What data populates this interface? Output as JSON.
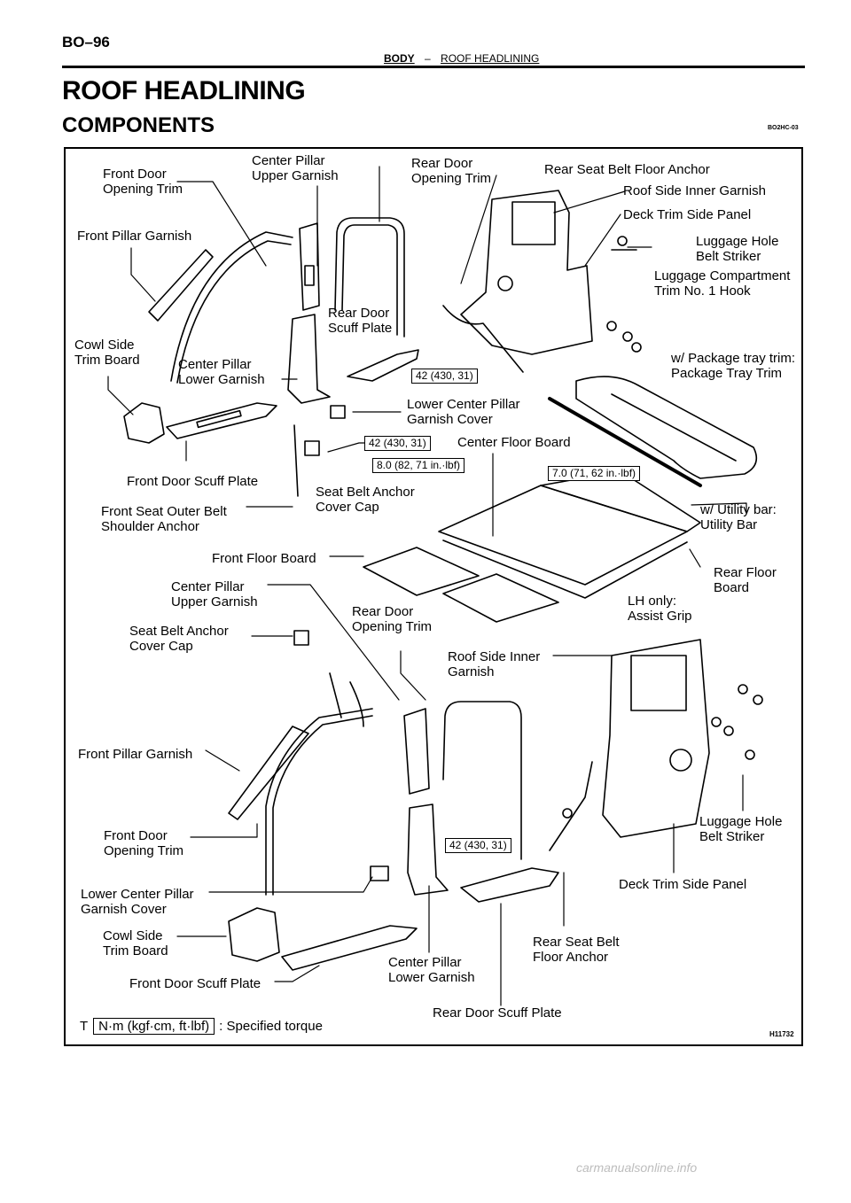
{
  "header": {
    "page_number": "BO–96",
    "section": "BODY",
    "separator": "–",
    "subsection": "ROOF HEADLINING"
  },
  "title": "ROOF HEADLINING",
  "subtitle": "COMPONENTS",
  "doc_code": "BO2HC-03",
  "labels": {
    "front_door_opening_trim_top": "Front Door\nOpening Trim",
    "center_pillar_upper_garnish_top": "Center Pillar\nUpper Garnish",
    "rear_door_opening_trim_top": "Rear Door\nOpening Trim",
    "rear_seat_belt_floor_anchor_top": "Rear Seat Belt Floor Anchor",
    "roof_side_inner_garnish_top": "Roof Side Inner Garnish",
    "deck_trim_side_panel_top": "Deck Trim Side Panel",
    "luggage_hole_belt_striker_top": "Luggage Hole\nBelt Striker",
    "luggage_compartment_trim_hook": "Luggage Compartment\nTrim No. 1 Hook",
    "front_pillar_garnish_top": "Front Pillar Garnish",
    "rear_door_scuff_plate_top": "Rear Door\nScuff Plate",
    "cowl_side_trim_board_top": "Cowl Side\nTrim Board",
    "center_pillar_lower_garnish_top": "Center Pillar\nLower Garnish",
    "package_tray_trim": "w/ Package tray trim:\nPackage Tray Trim",
    "lower_center_pillar_garnish_cover_top": "Lower Center Pillar\nGarnish Cover",
    "center_floor_board": "Center Floor Board",
    "front_door_scuff_plate_top": "Front Door Scuff Plate",
    "seat_belt_anchor_cover_cap_top": "Seat Belt Anchor\nCover Cap",
    "front_seat_outer_belt_shoulder_anchor": "Front Seat Outer Belt\nShoulder Anchor",
    "utility_bar": "w/ Utility bar:\nUtility Bar",
    "front_floor_board": "Front Floor Board",
    "rear_floor_board": "Rear Floor\nBoard",
    "center_pillar_upper_garnish_bottom": "Center Pillar\nUpper Garnish",
    "rear_door_opening_trim_bottom": "Rear Door\nOpening Trim",
    "assist_grip": "LH only:\nAssist Grip",
    "seat_belt_anchor_cover_cap_bottom": "Seat Belt Anchor\nCover Cap",
    "roof_side_inner_garnish_bottom": "Roof Side Inner\nGarnish",
    "front_pillar_garnish_bottom": "Front Pillar Garnish",
    "luggage_hole_belt_striker_bottom": "Luggage Hole\nBelt Striker",
    "front_door_opening_trim_bottom": "Front Door\nOpening Trim",
    "deck_trim_side_panel_bottom": "Deck Trim Side Panel",
    "lower_center_pillar_garnish_cover_bottom": "Lower Center Pillar\nGarnish Cover",
    "cowl_side_trim_board_bottom": "Cowl Side\nTrim Board",
    "rear_seat_belt_floor_anchor_bottom": "Rear Seat Belt\nFloor Anchor",
    "center_pillar_lower_garnish_bottom": "Center Pillar\nLower Garnish",
    "front_door_scuff_plate_bottom": "Front Door Scuff Plate",
    "rear_door_scuff_plate_bottom": "Rear Door Scuff Plate"
  },
  "torques": {
    "t1": "42 (430, 31)",
    "t2": "42 (430, 31)",
    "t3": "8.0 (82, 71 in.·lbf)",
    "t4": "7.0 (71, 62 in.·lbf)",
    "t5": "42 (430, 31)"
  },
  "legend": {
    "marker": "T",
    "unit": "N·m (kgf·cm, ft·lbf)",
    "text": ": Specified torque"
  },
  "figure_code": "H11732",
  "footer": "carmanualsonline.info"
}
